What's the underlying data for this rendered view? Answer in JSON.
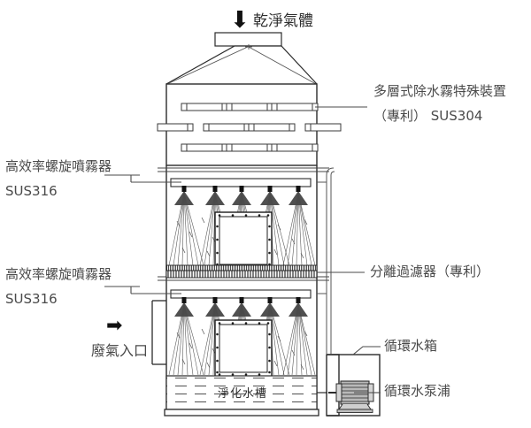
{
  "diagram": {
    "title_top": "乾淨氣體",
    "inlet_label": "廢氣入口",
    "basin_label": "淨化水槽",
    "labels": {
      "demister_line1": "多層式除水霧特殊裝置",
      "demister_line2": "（專利） SUS304",
      "sprayer_upper_line1": "高效率螺旋噴霧器",
      "sprayer_upper_line2": "SUS316",
      "sprayer_lower_line1": "高效率螺旋噴霧器",
      "sprayer_lower_line2": "SUS316",
      "filter": "分離過濾器（專利）",
      "water_tank": "循環水箱",
      "water_pump": "循環水泵浦"
    },
    "icons": {
      "up_arrow": "up-arrow-icon",
      "right_arrow": "right-arrow-icon"
    },
    "colors": {
      "line": "#2b2b2b",
      "thin_line": "#555555",
      "text": "#4a4a4a",
      "arrow": "#111111",
      "hatch": "#4a4a4a",
      "pump_body": "#8c8c8c"
    },
    "components": {
      "demister_rows": [
        3,
        4,
        3
      ],
      "nozzles_per_header": 5,
      "spray_stages": 2
    }
  }
}
